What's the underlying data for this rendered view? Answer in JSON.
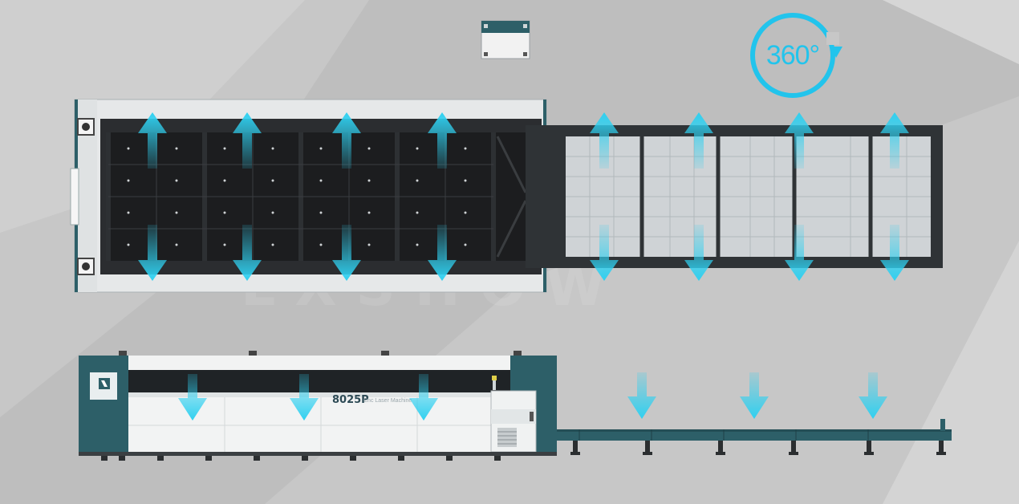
{
  "rotation": {
    "label": "360°",
    "icon": "rotate-360-icon"
  },
  "machine": {
    "model": "8025P",
    "subtitle": "Cnc Laser Machine",
    "logo_icon": "brand-logo-icon"
  },
  "watermark": {
    "text": "LXSHOW"
  },
  "colors": {
    "body_teal": "#2d5f68",
    "arrow_cyan": "#2fd0f0",
    "frame_dark": "#2f3336",
    "table_black": "#1c1d1f",
    "background": "#c9c9c9"
  },
  "icons": [
    "lift-arrow-icon",
    "rotate-360-icon",
    "brand-logo-icon",
    "down-arrow-icon"
  ]
}
